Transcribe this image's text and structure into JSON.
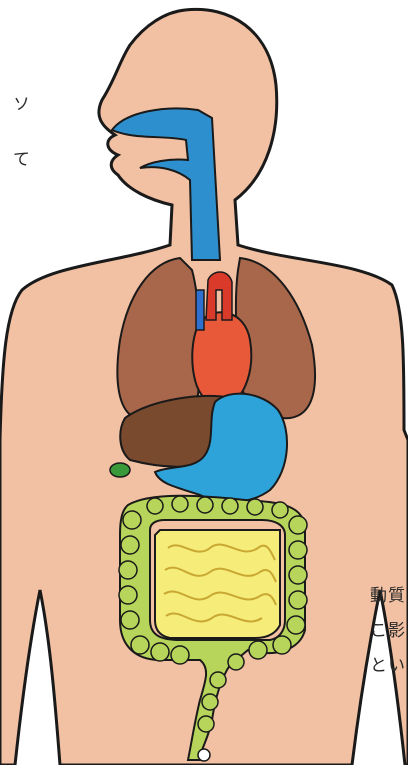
{
  "figure": {
    "subject": "human-body-internal-organs",
    "organs": [
      "trachea",
      "lungs",
      "heart",
      "liver",
      "stomach",
      "large-intestine",
      "small-intestine"
    ],
    "colors": {
      "skin": "#F2C0A2",
      "outline": "#1A1A1A",
      "airway": "#2E8FCF",
      "lung": "#A8674A",
      "heart": "#E8593A",
      "liver": "#7A4A2E",
      "stomach": "#2EA3D9",
      "large_intestine": "#B7D55A",
      "small_intestine": "#F6EC7A",
      "gallbladder": "#3A9A3A"
    }
  },
  "text_fragments": {
    "left_1": "ソ",
    "left_2": "て",
    "right_1": "動質",
    "right_2": "こ影",
    "right_3": "とい"
  }
}
